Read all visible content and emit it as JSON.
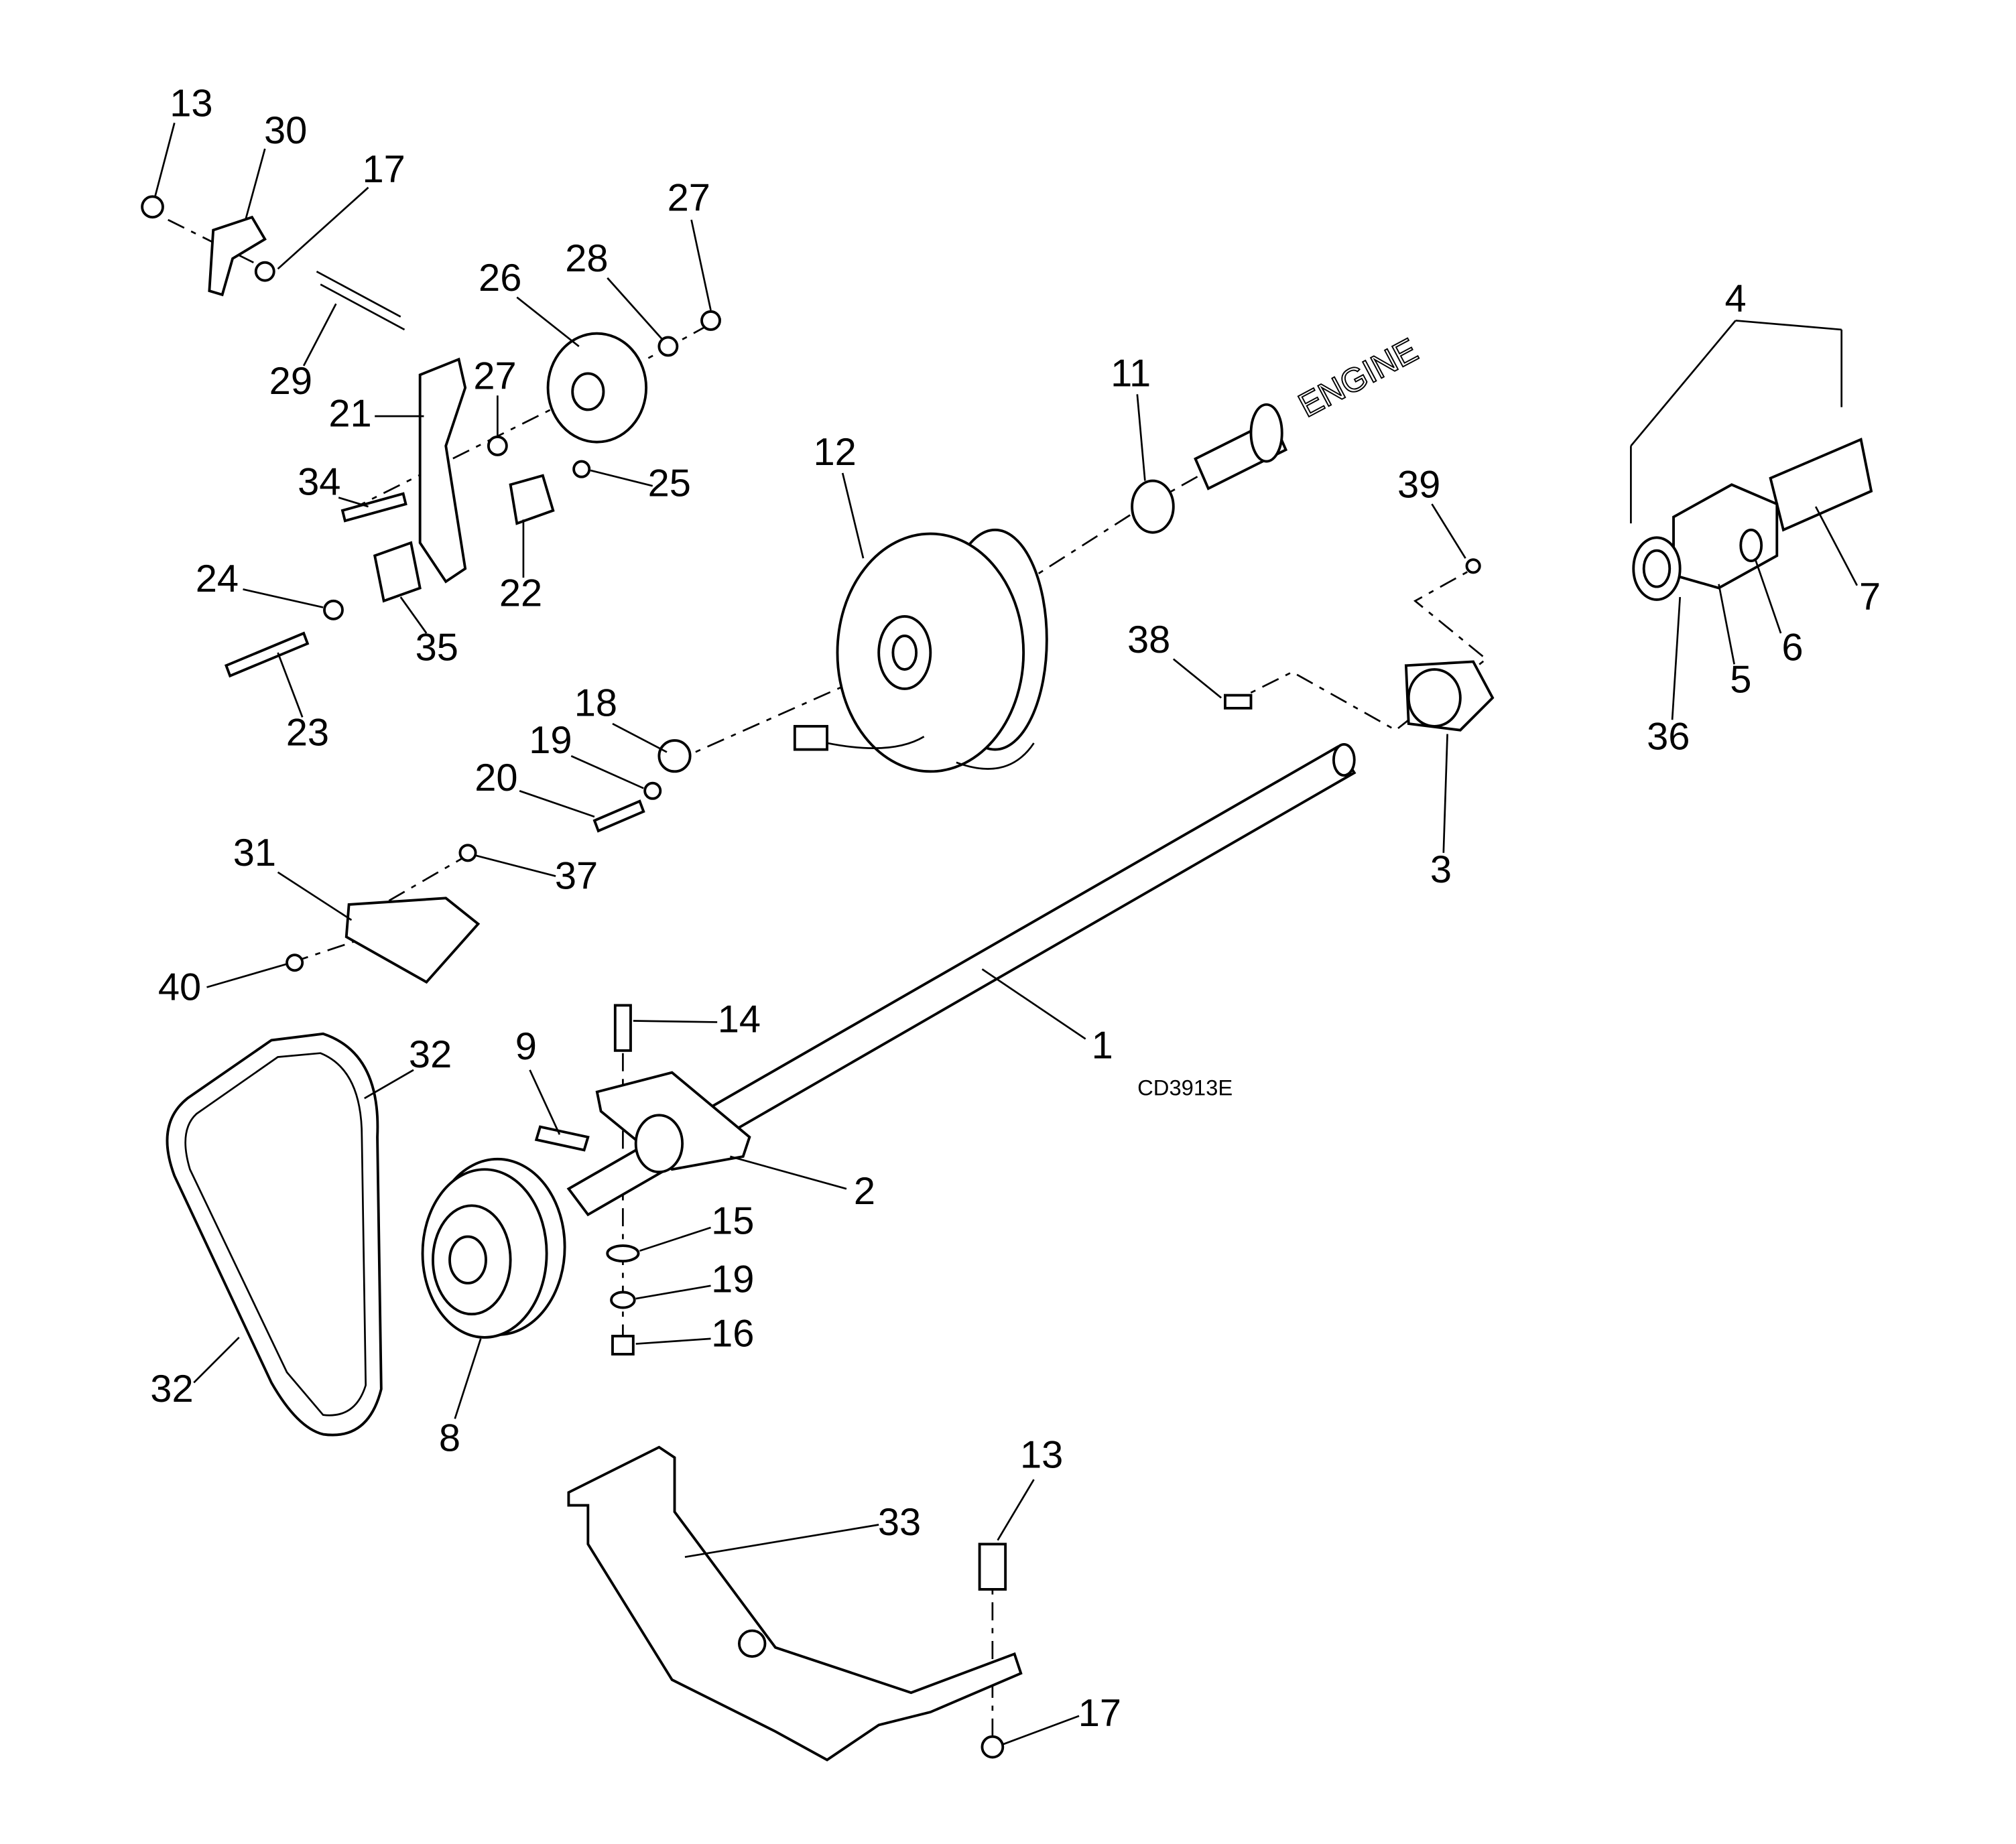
{
  "diagram": {
    "drawing_code": "CD3913E",
    "engine_label": "ENGINE",
    "callouts": [
      "13",
      "30",
      "17",
      "27",
      "28",
      "26",
      "29",
      "21",
      "27",
      "34",
      "25",
      "22",
      "24",
      "35",
      "23",
      "12",
      "11",
      "39",
      "38",
      "4",
      "7",
      "6",
      "5",
      "36",
      "3",
      "18",
      "19",
      "20",
      "31",
      "37",
      "40",
      "14",
      "9",
      "32",
      "1",
      "2",
      "15",
      "19",
      "16",
      "32",
      "8",
      "13",
      "33",
      "17"
    ]
  }
}
